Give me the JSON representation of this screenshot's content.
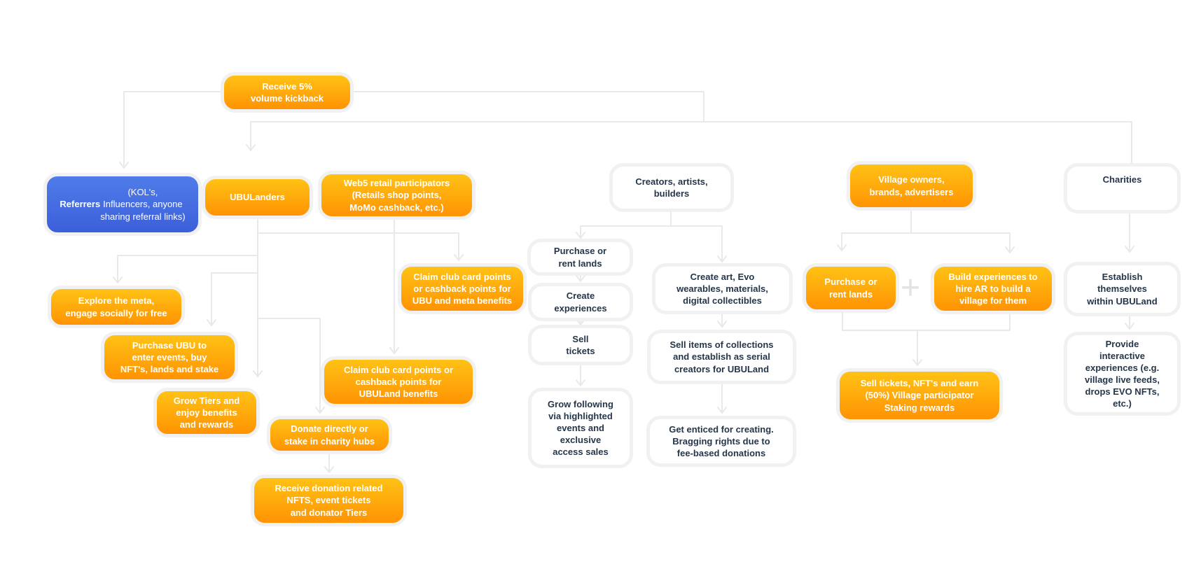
{
  "diagram": {
    "title": "UBU ecosystem participants flowchart",
    "colors": {
      "background": "#ffffff",
      "orange_top": "#FFC215",
      "orange_bottom": "#FF9303",
      "blue_top": "#4F7CEA",
      "blue_bottom": "#3C5FD9",
      "white_node_text": "#25364A",
      "node_ring": "#F1F1F1",
      "connector": "#E9E9E9"
    },
    "plus_sign": "+",
    "nodes": {
      "receive_kickback": {
        "label": "Receive 5%\nvolume kickback",
        "style": "orange"
      },
      "referrers": {
        "label_bold": "Referrers ",
        "label_rest": "(KOL's,\nInfluencers, anyone\nsharing referral links)",
        "style": "blue"
      },
      "ubulanders": {
        "label": "UBULanders",
        "style": "orange"
      },
      "web5_retail": {
        "label": "Web5 retail participators\n(Retails shop points,\nMoMo cashback, etc.)",
        "style": "orange"
      },
      "creators": {
        "label": "Creators, artists,\nbuilders",
        "style": "white"
      },
      "village_owners": {
        "label": "Village owners,\nbrands, advertisers",
        "style": "orange"
      },
      "charities": {
        "label": "Charities",
        "style": "white"
      },
      "explore_meta": {
        "label": "Explore the meta,\nengage socially for free",
        "style": "orange"
      },
      "purchase_ubu": {
        "label": "Purchase UBU to\nenter events, buy\nNFT's, lands and stake",
        "style": "orange"
      },
      "grow_tiers": {
        "label": "Grow Tiers and\nenjoy benefits\nand rewards",
        "style": "orange"
      },
      "donate": {
        "label": "Donate directly or\nstake in charity hubs",
        "style": "orange"
      },
      "receive_donation": {
        "label": "Receive donation related\nNFTS, event tickets\nand donator Tiers",
        "style": "orange"
      },
      "claim_ubu_meta": {
        "label": "Claim club card points\nor cashback points for\nUBU and meta benefits",
        "style": "orange"
      },
      "claim_ubuland": {
        "label": "Claim club card points or\ncashback points for\nUBULand benefits",
        "style": "orange"
      },
      "purchase_rent_mid": {
        "label": "Purchase or\nrent lands",
        "style": "white"
      },
      "create_experiences": {
        "label": "Create\nexperiences",
        "style": "white"
      },
      "sell_tickets_mid": {
        "label": "Sell\ntickets",
        "style": "white"
      },
      "grow_following": {
        "label": "Grow following\nvia highlighted\nevents and\nexclusive\naccess sales",
        "style": "white"
      },
      "create_art": {
        "label": "Create art, Evo\nwearables, materials,\ndigital collectibles",
        "style": "white"
      },
      "sell_items": {
        "label": "Sell items of collections\nand establish as serial\ncreators for UBULand",
        "style": "white"
      },
      "get_enticed": {
        "label": "Get enticed for creating.\nBragging rights due to\nfee-based donations",
        "style": "white"
      },
      "purchase_rent_village": {
        "label": "Purchase or\nrent lands",
        "style": "orange"
      },
      "build_experiences": {
        "label": "Build experiences to\nhire AR to build a\nvillage for them",
        "style": "orange"
      },
      "sell_tickets_village": {
        "label": "Sell tickets, NFT's and earn\n(50%) Village participator\nStaking rewards",
        "style": "orange"
      },
      "establish": {
        "label": "Establish\nthemselves\nwithin UBULand",
        "style": "white"
      },
      "provide_interactive": {
        "label": "Provide\ninteractive\nexperiences (e.g.\nvillage live feeds,\ndrops EVO NFTs,\netc.)",
        "style": "white"
      }
    },
    "edges": [
      "receive_kickback -> referrers",
      "receive_kickback -> ubulanders",
      "receive_kickback -> charities",
      "ubulanders -> claim_ubu_meta",
      "ubulanders -> explore_meta",
      "ubulanders -> purchase_ubu",
      "ubulanders -> grow_tiers",
      "ubulanders -> donate",
      "web5_retail -> claim_ubuland",
      "donate -> receive_donation",
      "creators -> purchase_rent_mid",
      "creators -> create_art",
      "purchase_rent_mid -> create_experiences",
      "create_experiences -> sell_tickets_mid",
      "sell_tickets_mid -> grow_following",
      "create_art -> sell_items",
      "sell_items -> get_enticed",
      "village_owners -> purchase_rent_village",
      "village_owners -> build_experiences",
      "purchase_rent_village + build_experiences -> sell_tickets_village",
      "charities -> establish",
      "establish -> provide_interactive"
    ]
  }
}
